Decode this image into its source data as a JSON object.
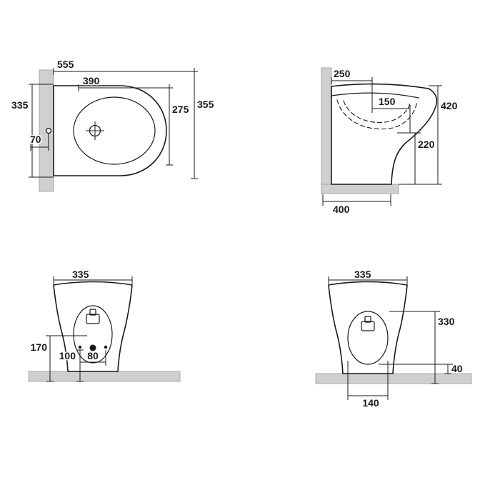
{
  "views": {
    "top": {
      "dims": {
        "d555": "555",
        "d390": "390",
        "d335": "335",
        "d275": "275",
        "d355": "355",
        "d70": "70"
      }
    },
    "side": {
      "dims": {
        "d250": "250",
        "d150": "150",
        "d420": "420",
        "d220": "220",
        "d400": "400"
      }
    },
    "front": {
      "dims": {
        "d335": "335",
        "d170": "170",
        "d100": "100",
        "d80": "80"
      }
    },
    "back": {
      "dims": {
        "d335": "335",
        "d330": "330",
        "d40": "40",
        "d140": "140"
      }
    }
  },
  "colors": {
    "line": "#1a1a1a",
    "masonry": "#cfcfcf",
    "background": "#ffffff"
  }
}
